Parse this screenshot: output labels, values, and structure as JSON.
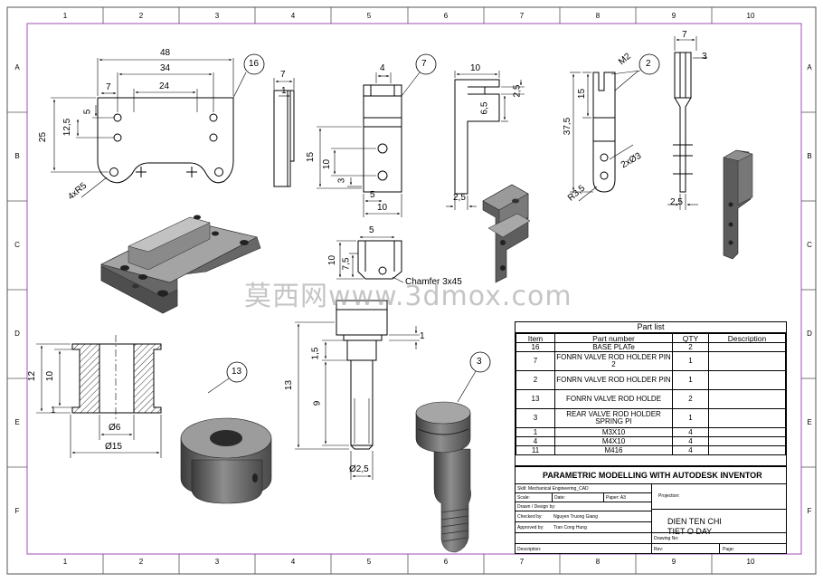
{
  "zones": {
    "columns": [
      "1",
      "2",
      "3",
      "4",
      "5",
      "6",
      "7",
      "8",
      "9",
      "10"
    ],
    "rows": [
      "A",
      "B",
      "C",
      "D",
      "E",
      "F"
    ]
  },
  "dims": {
    "plate": {
      "w48": "48",
      "w34": "34",
      "w24": "24",
      "w7": "7",
      "h5": "5",
      "h12_5": "12,5",
      "h25": "25",
      "r": "4xR5",
      "balloon": "16"
    },
    "plate_side": {
      "w7": "7",
      "t1": "1"
    },
    "pin2": {
      "w4": "4",
      "h15": "15",
      "h10": "10",
      "h3": "3",
      "w5": "5",
      "w10": "10",
      "balloon": "7"
    },
    "pin2_side": {
      "w10": "10",
      "h6_5": "6,5",
      "h2_5": "2,5",
      "b2_5": "2,5"
    },
    "pin2_top": {
      "w5": "5",
      "h10": "10",
      "h7_5": "7,5",
      "chamfer": "Chamfer 3x45"
    },
    "holder": {
      "m2": "M2",
      "h15": "15",
      "h37_5": "37,5",
      "holes": "2xØ3",
      "r": "R3,5",
      "balloon": "2"
    },
    "holder_side": {
      "w7": "7",
      "w3": "3",
      "w2_5": "2,5"
    },
    "bush": {
      "h12": "12",
      "h10": "10",
      "h1": "1",
      "d6": "Ø6",
      "d15": "Ø15",
      "balloon": "13"
    },
    "spring": {
      "h1": "1",
      "h1_5": "1,5",
      "h13": "13",
      "h9": "9",
      "d2_5": "Ø2,5",
      "balloon": "3"
    }
  },
  "watermark": "莫西网www.3dmox.com",
  "part_list": {
    "title": "Part list",
    "headers": [
      "Item",
      "Part number",
      "QTY",
      "Description"
    ],
    "rows": [
      {
        "item": "16",
        "part": "BASE PLATe",
        "qty": "2",
        "desc": ""
      },
      {
        "item": "7",
        "part": "FONRN VALVE ROD HOLDER PIN 2",
        "qty": "1",
        "desc": ""
      },
      {
        "item": "2",
        "part": "FONRN VALVE ROD HOLDER PIN",
        "qty": "1",
        "desc": ""
      },
      {
        "item": "13",
        "part": "FONRN VALVE ROD HOLDE",
        "qty": "2",
        "desc": ""
      },
      {
        "item": "3",
        "part": "REAR VALVE ROD HOLDER SPRING PI",
        "qty": "1",
        "desc": ""
      },
      {
        "item": "1",
        "part": "M3X10",
        "qty": "4",
        "desc": ""
      },
      {
        "item": "4",
        "part": "M4X10",
        "qty": "4",
        "desc": ""
      },
      {
        "item": "11",
        "part": "M416",
        "qty": "4",
        "desc": ""
      }
    ]
  },
  "title_block": {
    "title": "PARAMETRIC MODELLING WITH AUTODESK INVENTOR",
    "skill": "Skill:  Mechanical Engineering_CAD",
    "scale": "Scale:",
    "date": "Date:",
    "paper": "Paper: A3",
    "projection": "Projection:",
    "drawn": "Drawn / Design by:",
    "checked_label": "Checked by:",
    "checked": "Nguyen Truong Giang",
    "approved_label": "Approved by:",
    "approved": "Tran Cong Hung",
    "drawing_no": "Drawing No:",
    "description": "Description:",
    "rev": "Rev:",
    "page": "Page:",
    "name_line1": "DIEN TEN CHI",
    "name_line2": "TIET O DAY"
  }
}
